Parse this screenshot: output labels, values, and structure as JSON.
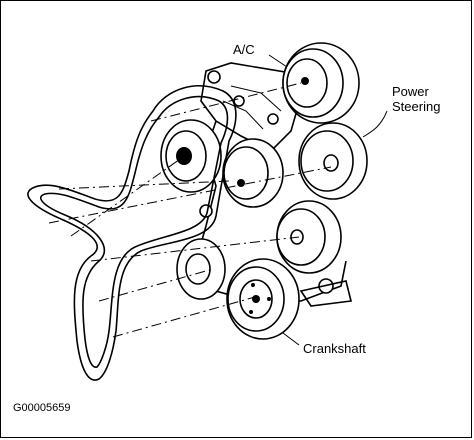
{
  "labels": {
    "ac": "A/C",
    "power_steering_line1": "Power",
    "power_steering_line2": "Steering",
    "crankshaft": "Crankshaft",
    "figure_code": "G00005659"
  }
}
